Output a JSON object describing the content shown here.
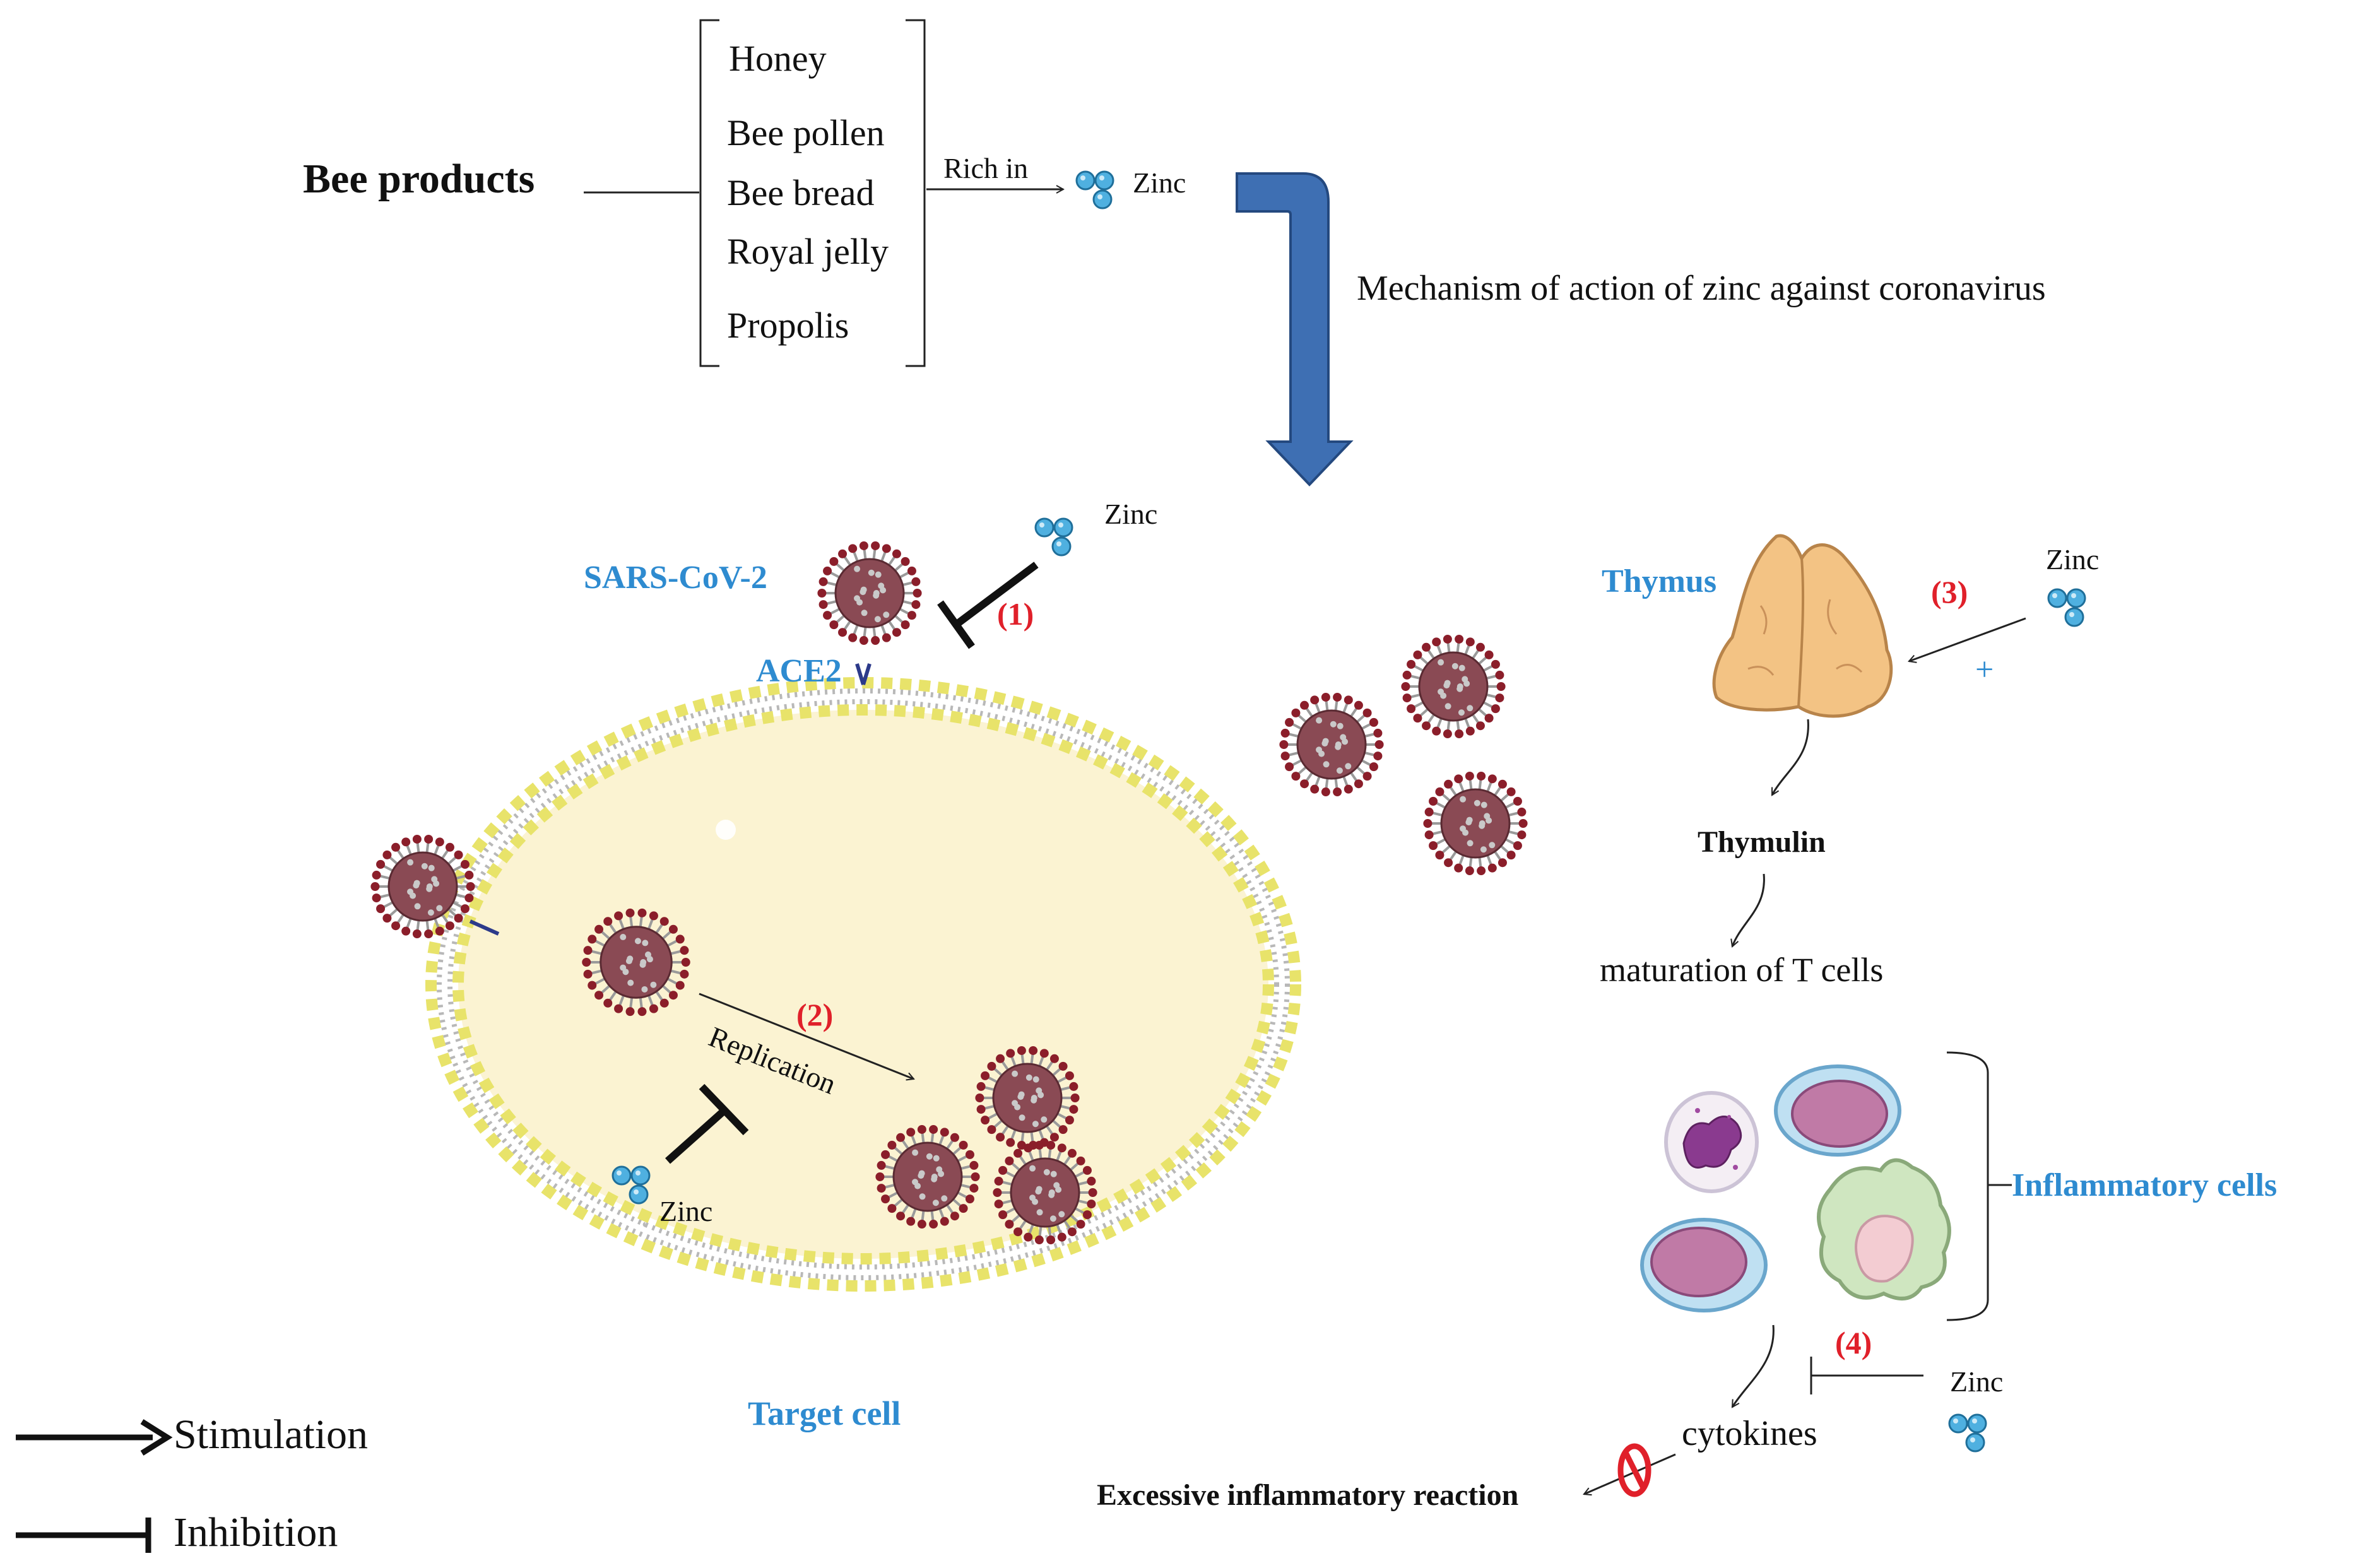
{
  "colors": {
    "accent_text": "#2e8bd0",
    "step_label": "#e0202a",
    "big_arrow": "#3e6fb3",
    "zinc_fill": "#4fb0e0",
    "virus_body": "#8a4a54",
    "membrane_head": "#e8e36a",
    "cell_interior": "#fbf3d2",
    "thymus": "#f3c384",
    "block_sign": "#e0202a"
  },
  "source": {
    "label": "Bee products",
    "items": [
      "Honey",
      "Bee pollen",
      "Bee bread",
      "Royal jelly",
      "Propolis"
    ],
    "rich_in_label": "Rich in",
    "zinc_label": "Zinc"
  },
  "mechanism_title": "Mechanism of action of zinc against coronavirus",
  "entry": {
    "virus_label": "SARS-CoV-2",
    "receptor_label": "ACE2",
    "zinc_label": "Zinc",
    "step_label": "(1)"
  },
  "replication": {
    "step_label": "(2)",
    "arrow_label": "Replication",
    "zinc_label": "Zinc"
  },
  "target_cell_label": "Target cell",
  "thymus": {
    "label": "Thymus",
    "step_label": "(3)",
    "zinc_label": "Zinc",
    "plus_sign": "+",
    "hormone_label": "Thymulin",
    "outcome_label": "maturation of T cells"
  },
  "inflammation": {
    "cells_label": "Inflammatory cells",
    "step_label": "(4)",
    "zinc_label": "Zinc",
    "cytokines_label": "cytokines",
    "outcome_label": "Excessive inflammatory reaction"
  },
  "legend": {
    "stimulation_label": "Stimulation",
    "inhibition_label": "Inhibition"
  },
  "icons": [
    "zinc-ions-icon",
    "virus-icon",
    "thymus-icon",
    "block-icon",
    "big-down-arrow-icon"
  ]
}
